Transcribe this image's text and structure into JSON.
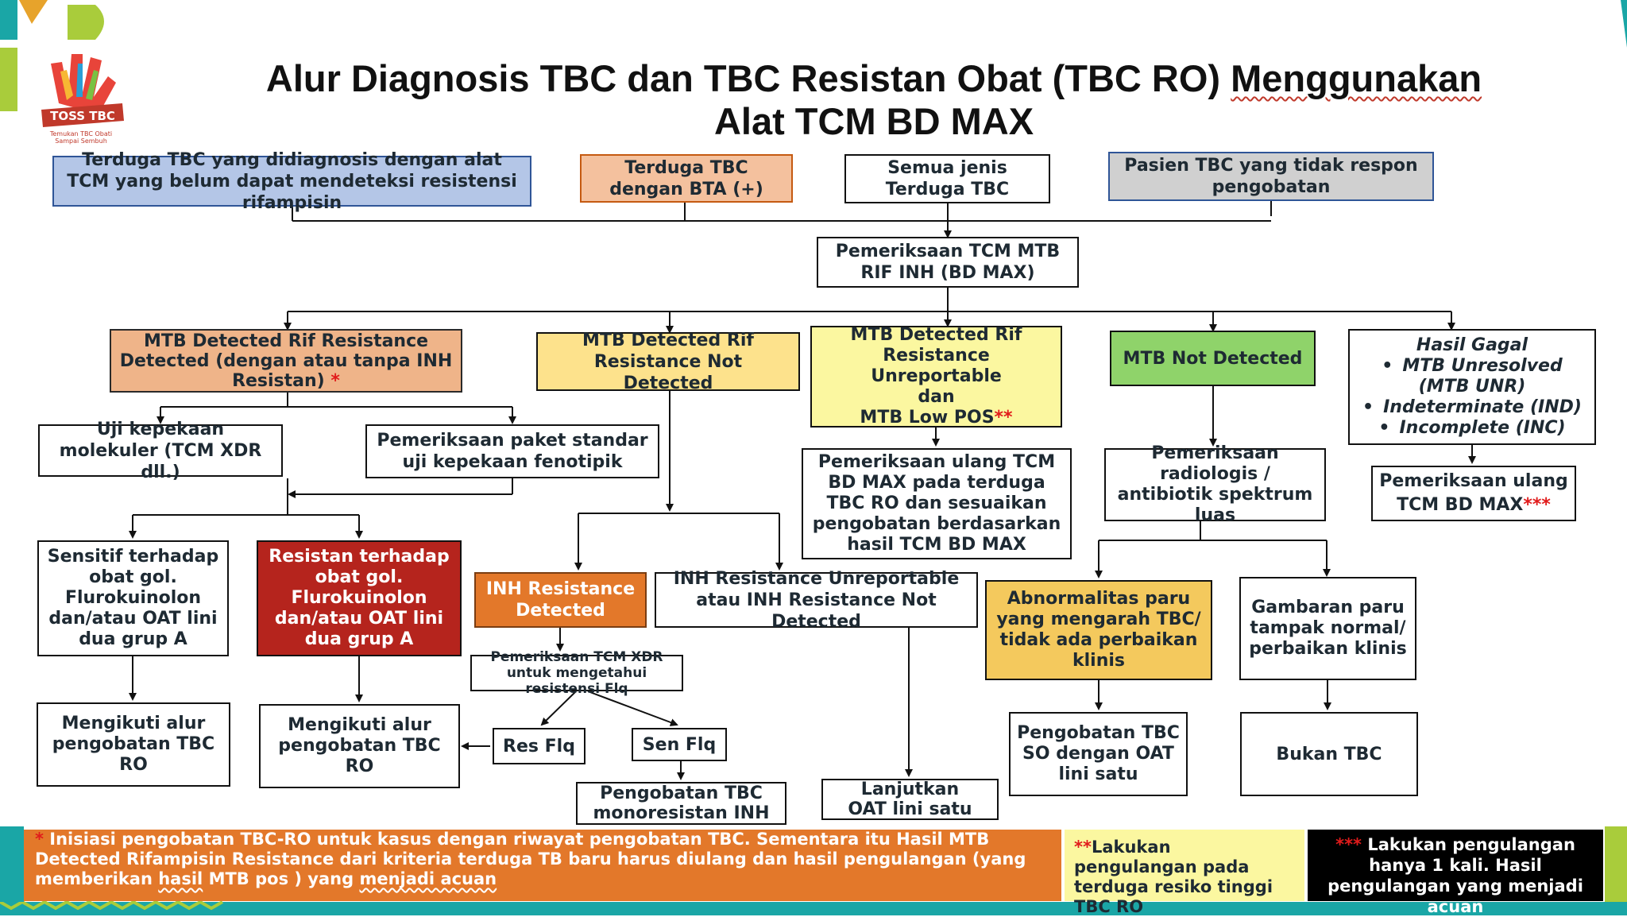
{
  "title_line1": "Alur Diagnosis TBC dan TBC Resistan Obat (TBC RO) ",
  "title_word": "Menggunakan",
  "title_line2": "Alat TCM BD MAX",
  "logo_text": "TOSS TBC",
  "logo_subtext": "Temukan TBC Obati Sampai Sembuh",
  "top": {
    "tcm_undetect": "Terduga TBC yang didiagnosis dengan alat TCM yang belum dapat mendeteksi resistensi rifampisin",
    "bta": "Terduga TBC dengan BTA (+)",
    "semua": "Semua jenis Terduga TBC",
    "pasien": "Pasien TBC yang tidak respon pengobatan"
  },
  "exam": "Pemeriksaan TCM MTB RIF INH (BD MAX)",
  "results": {
    "rif_res": "MTB Detected Rif Resistance Detected (dengan atau tanpa INH Resistan)",
    "rif_res_mark": "*",
    "rif_not": "MTB Detected Rif Resistance Not Detected",
    "rif_unrep_l1": "MTB Detected Rif Resistance Unreportable",
    "rif_unrep_l2": "dan",
    "rif_unrep_l3": "MTB Low POS",
    "rif_unrep_mark": "**",
    "not_detected": "MTB Not Detected",
    "gagal_title": "Hasil Gagal",
    "gagal_items": [
      "MTB Unresolved (MTB UNR)",
      "Indeterminate (IND)",
      "Incomplete (INC)"
    ]
  },
  "uji_molekuler": "Uji kepekaan molekuler (TCM XDR dll.)",
  "paket_standar": "Pemeriksaan paket standar uji kepekaan fenotipik",
  "sensitif": "Sensitif terhadap obat gol. Flurokuinolon dan/atau OAT lini dua grup A",
  "resistan": "Resistan terhadap obat gol. Flurokuinolon dan/atau OAT lini dua grup A",
  "alur_ro_1": "Mengikuti alur pengobatan TBC RO",
  "alur_ro_2": "Mengikuti alur pengobatan TBC RO",
  "inh_detected": "INH Resistance Detected",
  "inh_unrep": "INH Resistance Unreportable atau INH Resistance Not Detected",
  "xdr_flq": "Pemeriksaan TCM XDR untuk mengetahui resistensi Flq",
  "res_flq": "Res Flq",
  "sen_flq": "Sen Flq",
  "mono_inh": "Pengobatan TBC monoresistan INH",
  "lanjutkan": "Lanjutkan OAT lini satu",
  "ulang_bdmax": "Pemeriksaan ulang TCM BD MAX pada terduga TBC RO dan sesuaikan pengobatan berdasarkan hasil TCM BD MAX",
  "radiologis": "Pemeriksaan radiologis / antibiotik spektrum luas",
  "abnormal": "Abnormalitas paru yang mengarah TBC/ tidak ada perbaikan klinis",
  "normal": "Gambaran paru tampak normal/ perbaikan klinis",
  "so_oat": "Pengobatan TBC SO dengan OAT lini satu",
  "bukan": "Bukan TBC",
  "ulang_gagal": "Pemeriksaan ulang TCM BD MAX",
  "ulang_gagal_mark": "***",
  "footer": {
    "orange_mark": "*",
    "orange_text_1": " Inisiasi pengobatan TBC-RO untuk kasus dengan riwayat pengobatan TBC. Sementara itu Hasil MTB Detected Rifampisin Resistance dari kriteria terduga TB baru harus diulang dan hasil pengulangan (yang memberikan ",
    "orange_word_hasil": "hasil",
    "orange_text_2": " MTB pos ) yang ",
    "orange_word_acuan": "menjadi acuan",
    "yellow_mark": "**",
    "yellow_text": "Lakukan pengulangan pada terduga resiko tinggi TBC RO",
    "black_mark": "***",
    "black_text": " Lakukan pengulangan hanya 1 kali. Hasil pengulangan yang menjadi acuan"
  }
}
